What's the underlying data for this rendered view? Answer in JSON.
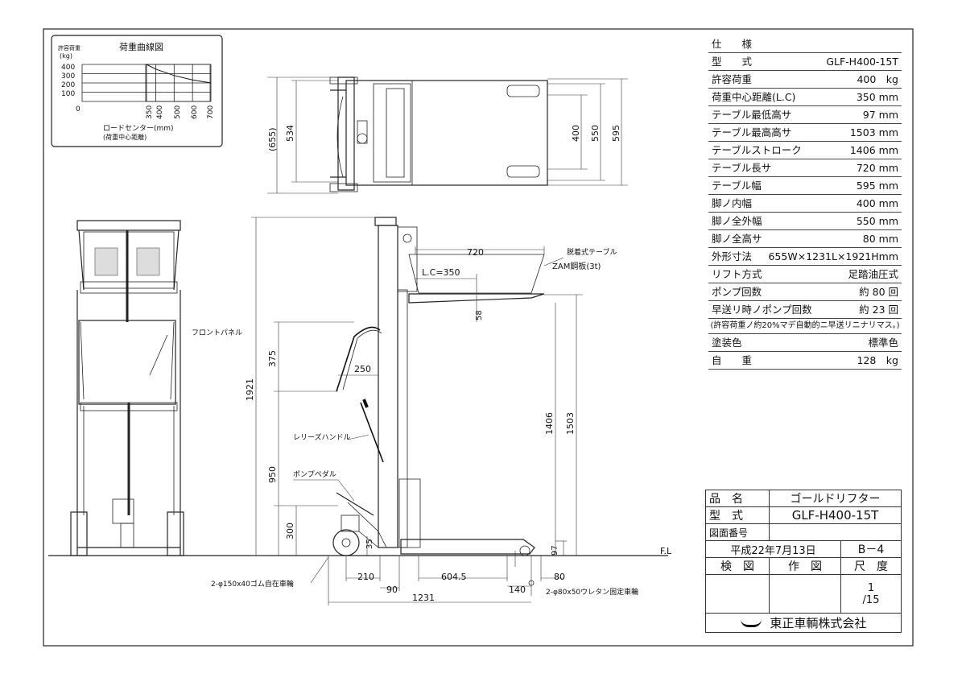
{
  "specs": {
    "header": "仕　　様",
    "rows": [
      {
        "k": "型　　式",
        "v": "GLF-H400-15T"
      },
      {
        "k": "許容荷重",
        "v": "400　kg"
      },
      {
        "k": "荷重中心距離(L.C)",
        "v": "350 mm"
      },
      {
        "k": "テーブル最低高サ",
        "v": "97 mm"
      },
      {
        "k": "テーブル最高高サ",
        "v": "1503 mm"
      },
      {
        "k": "テーブルストローク",
        "v": "1406 mm"
      },
      {
        "k": "テーブル長サ",
        "v": "720 mm"
      },
      {
        "k": "テーブル幅",
        "v": "595 mm"
      },
      {
        "k": "脚ノ内幅",
        "v": "400 mm"
      },
      {
        "k": "脚ノ全外幅",
        "v": "550 mm"
      },
      {
        "k": "脚ノ全高サ",
        "v": "80 mm"
      },
      {
        "k": "外形寸法",
        "v": "655W×1231L×1921Hmm"
      },
      {
        "k": "リフト方式",
        "v": "足踏油圧式"
      },
      {
        "k": "ポンプ回数",
        "v": "約 80 回"
      },
      {
        "k": "早送リ時ノポンプ回数",
        "v": "約 23 回"
      }
    ],
    "note": "(許容荷重ノ約20%マデ自動的ニ早送リニナリマス。)",
    "rows2": [
      {
        "k": "塗装色",
        "v": "標準色"
      },
      {
        "k": "自　　重",
        "v": "128　kg"
      }
    ]
  },
  "titleblock": {
    "name_label": "品　名",
    "name_value": "ゴールドリフター",
    "model_label": "型　式",
    "model_value": "GLF-H400-15T",
    "drawing_no_label": "図面番号",
    "drawing_no_value": "",
    "date": "平成22年7月13日",
    "sheet_code": "B－4",
    "check_label": "検　図",
    "draw_label": "作　図",
    "scale_label": "尺　度",
    "scale_num": "1",
    "scale_den": "15",
    "company": "東正車輌株式会社"
  },
  "load_chart": {
    "title": "荷重曲線図",
    "ylabel_1": "許容荷重",
    "ylabel_2": "(kg)",
    "y_ticks": [
      "400",
      "300",
      "200",
      "100",
      "0"
    ],
    "x_ticks": [
      "350",
      "400",
      "500",
      "600",
      "700"
    ],
    "xlabel_1": "ロードセンター(mm)",
    "xlabel_2": "(荷重中心距離)"
  },
  "chart_data": {
    "type": "line",
    "title": "荷重曲線図",
    "xlabel": "ロードセンター(mm)",
    "ylabel": "許容荷重(kg)",
    "x": [
      350,
      400,
      500,
      600,
      700
    ],
    "series": [
      {
        "values": [
          400,
          350,
          280,
          233,
          200
        ]
      }
    ],
    "xlim": [
      0,
      700
    ],
    "ylim": [
      0,
      400
    ]
  },
  "labels": {
    "front_panel": "フロントパネル",
    "release_handle": "レリーズハンドル",
    "pump_pedal": "ポンプペダル",
    "detachable_table": "脱着式テーブル",
    "zam_plate": "ZAM鋼板(3t)",
    "lc": "L.C=350",
    "fl": "F.L",
    "caster_front": "2-φ150x40ゴム自在車輪",
    "caster_rear": "2-φ80x50ウレタン固定車輪"
  },
  "dims": {
    "d655": "(655)",
    "d534": "534",
    "d400": "400",
    "d550": "550",
    "d595": "595",
    "d720": "720",
    "d58": "58",
    "d1921": "1921",
    "d375": "375",
    "d250": "250",
    "d950": "950",
    "d300": "300",
    "d35": "35",
    "d1406": "1406",
    "d1503": "1503",
    "d97": "97",
    "d210": "210",
    "d604": "604.5",
    "d90": "90",
    "d140": "140",
    "d80": "80",
    "d1231": "1231"
  }
}
